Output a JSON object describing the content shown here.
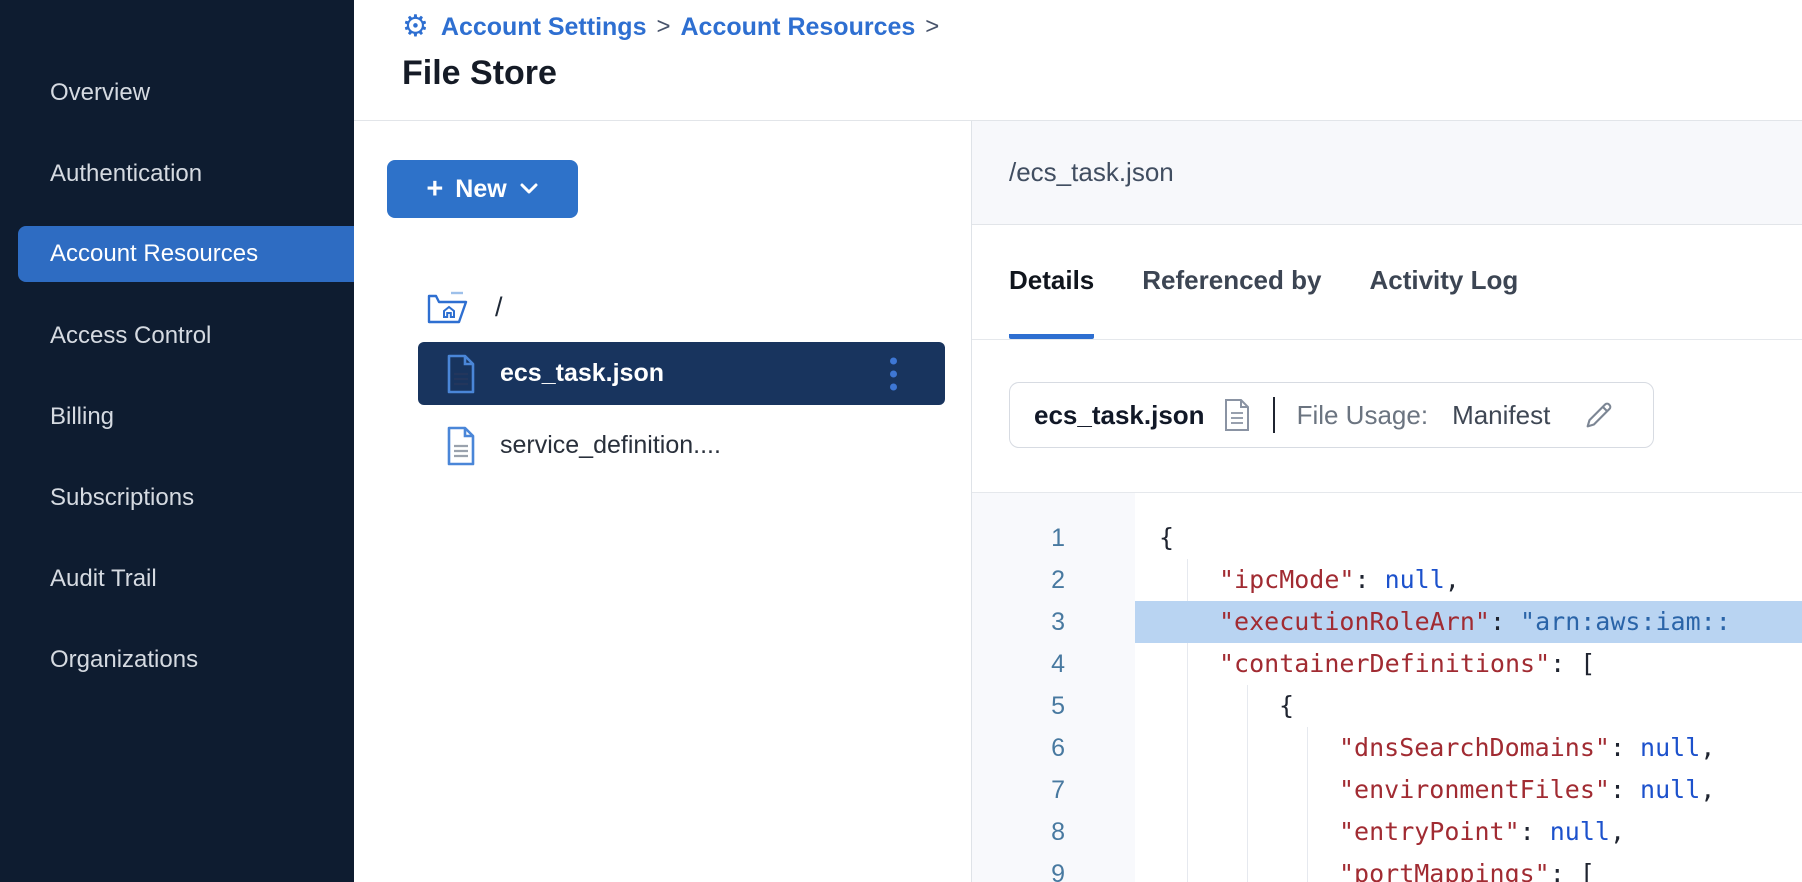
{
  "sidebar": {
    "items": [
      {
        "label": "Overview",
        "active": false
      },
      {
        "label": "Authentication",
        "active": false
      },
      {
        "label": "Account Resources",
        "active": true
      },
      {
        "label": "Access Control",
        "active": false
      },
      {
        "label": "Billing",
        "active": false
      },
      {
        "label": "Subscriptions",
        "active": false
      },
      {
        "label": "Audit Trail",
        "active": false
      },
      {
        "label": "Organizations",
        "active": false
      }
    ]
  },
  "breadcrumb": {
    "links": [
      "Account Settings",
      "Account Resources"
    ],
    "separator": ">"
  },
  "page": {
    "title": "File Store"
  },
  "file_panel": {
    "new_button_label": "New",
    "root_path": "/",
    "files": [
      {
        "name": "ecs_task.json",
        "selected": true
      },
      {
        "name": "service_definition....",
        "selected": false
      }
    ]
  },
  "details_panel": {
    "path_header": "/ecs_task.json",
    "tabs": [
      {
        "label": "Details",
        "active": true
      },
      {
        "label": "Referenced by",
        "active": false
      },
      {
        "label": "Activity Log",
        "active": false
      }
    ],
    "file_info": {
      "name": "ecs_task.json",
      "usage_label": "File Usage:",
      "usage_value": "Manifest"
    },
    "code": {
      "lines": [
        {
          "num": 1,
          "indent": 0,
          "highlight": false,
          "tokens": [
            [
              "p",
              "{"
            ]
          ]
        },
        {
          "num": 2,
          "indent": 1,
          "highlight": false,
          "tokens": [
            [
              "k",
              "\"ipcMode\""
            ],
            [
              "p",
              ": "
            ],
            [
              "n",
              "null"
            ],
            [
              "p",
              ","
            ]
          ]
        },
        {
          "num": 3,
          "indent": 1,
          "highlight": true,
          "tokens": [
            [
              "k",
              "\"executionRoleArn\""
            ],
            [
              "p",
              ": "
            ],
            [
              "s",
              "\"arn:aws:iam::"
            ]
          ]
        },
        {
          "num": 4,
          "indent": 1,
          "highlight": false,
          "tokens": [
            [
              "k",
              "\"containerDefinitions\""
            ],
            [
              "p",
              ": ["
            ]
          ]
        },
        {
          "num": 5,
          "indent": 2,
          "highlight": false,
          "tokens": [
            [
              "p",
              "{"
            ]
          ]
        },
        {
          "num": 6,
          "indent": 3,
          "highlight": false,
          "tokens": [
            [
              "k",
              "\"dnsSearchDomains\""
            ],
            [
              "p",
              ": "
            ],
            [
              "n",
              "null"
            ],
            [
              "p",
              ","
            ]
          ]
        },
        {
          "num": 7,
          "indent": 3,
          "highlight": false,
          "tokens": [
            [
              "k",
              "\"environmentFiles\""
            ],
            [
              "p",
              ": "
            ],
            [
              "n",
              "null"
            ],
            [
              "p",
              ","
            ]
          ]
        },
        {
          "num": 8,
          "indent": 3,
          "highlight": false,
          "tokens": [
            [
              "k",
              "\"entryPoint\""
            ],
            [
              "p",
              ": "
            ],
            [
              "n",
              "null"
            ],
            [
              "p",
              ","
            ]
          ]
        },
        {
          "num": 9,
          "indent": 3,
          "highlight": false,
          "tokens": [
            [
              "k",
              "\"portMappings\""
            ],
            [
              "p",
              ": ["
            ]
          ]
        }
      ]
    }
  },
  "colors": {
    "accent_blue": "#2e6fd1",
    "sidebar_bg": "#0e1c30",
    "sidebar_active_bg": "#2e6cc2",
    "selected_row_bg": "#18345e",
    "line_highlight": "#b9d4f2",
    "code_key": "#a12b32",
    "code_null": "#1c51cc",
    "code_string": "#2a64a8",
    "line_number": "#4879a0"
  }
}
